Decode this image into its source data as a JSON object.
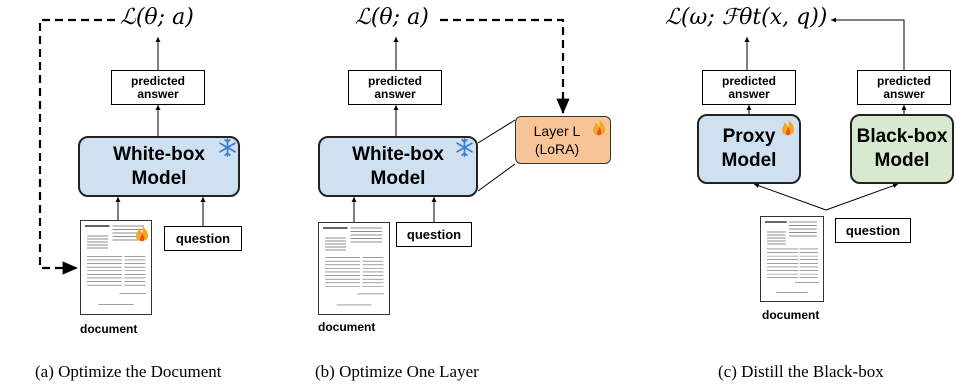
{
  "panel_a": {
    "loss": "ℒ(θ; a)",
    "predicted_answer": "predicted answer",
    "model": "White-box Model",
    "question": "question",
    "document": "document",
    "caption": "(a)  Optimize the Document"
  },
  "panel_b": {
    "loss": "ℒ(θ; a)",
    "predicted_answer": "predicted answer",
    "model": "White-box Model",
    "layer": "Layer L (LoRA)",
    "question": "question",
    "document": "document",
    "caption": "(b)  Optimize One Layer"
  },
  "panel_c": {
    "loss": "ℒ(ω; ℱθt(x, q))",
    "predicted_answer_left": "predicted answer",
    "predicted_answer_right": "predicted answer",
    "proxy_model": "Proxy Model",
    "blackbox_model": "Black-box Model",
    "question": "question",
    "document": "document",
    "caption": "(c)  Distill the Black-box"
  },
  "colors": {
    "white_box_fill": "#cfe0f1",
    "proxy_fill": "#cfe0f1",
    "blackbox_fill": "#d7e9cf",
    "lora_fill": "#f7c597",
    "snowflake": "#3a7fd0",
    "flame": "#f5a623"
  },
  "icons": [
    "snowflake-icon",
    "flame-icon",
    "document-thumbnail"
  ]
}
